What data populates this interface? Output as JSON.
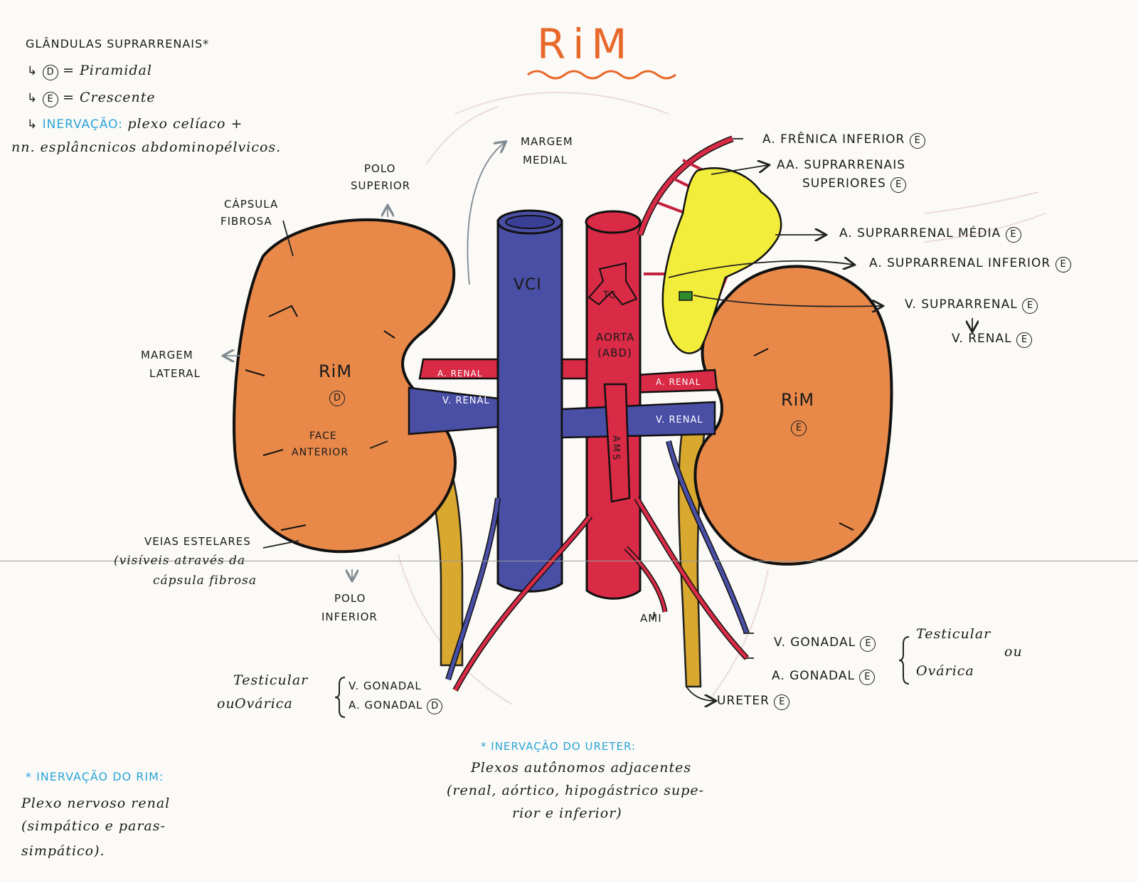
{
  "title": "RiM",
  "suprarenal_notes": {
    "heading": "GLÂNDULAS SUPRARRENAIS*",
    "right_label": "D",
    "right_shape": "= Piramidal",
    "left_label": "E",
    "left_shape": "= Crescente",
    "innervation_label": "INERVAÇÃO:",
    "innervation_text": "plexo celíaco +",
    "innervation_text2": "nn. esplâncnicos abdominopélvicos."
  },
  "labels": {
    "polo_superior_1": "POLO",
    "polo_superior_2": "SUPERIOR",
    "capsula_1": "CÁPSULA",
    "capsula_2": "FIBROSA",
    "margem_medial_1": "MARGEM",
    "margem_medial_2": "MEDIAL",
    "margem_lateral_1": "MARGEM",
    "margem_lateral_2": "LATERAL",
    "rim_d": "RiM",
    "rim_d_side": "D",
    "face_anterior_1": "FACE",
    "face_anterior_2": "ANTERIOR",
    "veias_estelares": "VEIAS ESTELARES",
    "veias_note_1": "(visíveis através da",
    "veias_note_2": "cápsula fibrosa",
    "polo_inferior_1": "POLO",
    "polo_inferior_2": "INFERIOR",
    "vci": "VCI",
    "tc": "TC",
    "aorta_1": "AORTA",
    "aorta_2": "(ABD)",
    "a_renal_d": "A. RENAL",
    "v_renal_d": "V. RENAL",
    "a_renal_e": "A. RENAL",
    "v_renal_e": "V. RENAL",
    "ams": "AMS",
    "ami": "AMI",
    "rim_e": "RiM",
    "rim_e_side": "E",
    "frenica": "A. FRÊNICA INFERIOR",
    "supra_sup_1": "AA. SUPRARRENAIS",
    "supra_sup_2": "SUPERIORES",
    "supra_media": "A. SUPRARRENAL MÉDIA",
    "supra_inf": "A. SUPRARRENAL INFERIOR",
    "v_supra": "V. SUPRARRENAL",
    "v_renal_e_label": "V. RENAL",
    "v_gonadal_e": "V. GONADAL",
    "a_gonadal_e": "A. GONADAL",
    "testicular_e_1": "Testicular",
    "testicular_e_2": "ou",
    "testicular_e_3": "Ovárica",
    "ureter": "URETER",
    "testicular_d_1": "Testicular",
    "testicular_d_2": "ou",
    "testicular_d_3": "Ovárica",
    "v_gonadal_d": "V. GONADAL",
    "a_gonadal_d": "A. GONADAL",
    "side_e": "E",
    "side_d": "D"
  },
  "innervation_ureter": {
    "heading": "* INERVAÇÃO DO URETER:",
    "line1": "Plexos autônomos adjacentes",
    "line2": "(renal, aórtico, hipogástrico supe-",
    "line3": "rior e inferior)"
  },
  "innervation_rim": {
    "heading": "* INERVAÇÃO DO RIM:",
    "line1": "Plexo nervoso renal",
    "line2": "(simpático e paras-",
    "line3": "simpático)."
  },
  "colors": {
    "kidney": "#e8894a",
    "ivc": "#4a4fa6",
    "aorta": "#d92a46",
    "adrenal": "#f2ec3a",
    "ureter": "#d9a82e",
    "title": "#e8682a",
    "note_blue": "#2aa4d8"
  }
}
